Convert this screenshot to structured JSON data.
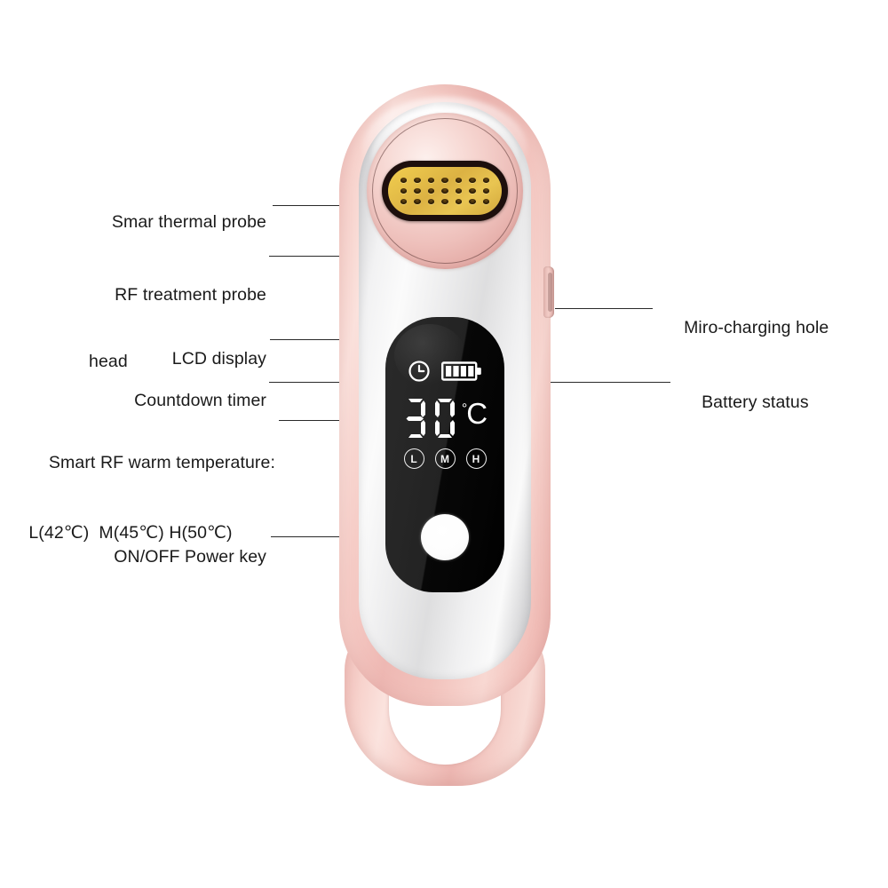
{
  "diagram": {
    "title": "RF beauty device annotated diagram",
    "background_color": "#ffffff"
  },
  "labels_left": [
    {
      "id": "smart-thermal-probe",
      "text": "Smar thermal probe",
      "line1": "Smar thermal probe",
      "line2": ""
    },
    {
      "id": "rf-treatment-probe-head",
      "line1": "RF treatment probe",
      "line2": "head"
    },
    {
      "id": "lcd-display",
      "line1": "LCD display",
      "line2": ""
    },
    {
      "id": "countdown-timer",
      "line1": "Countdown timer",
      "line2": ""
    },
    {
      "id": "smart-rf-warm-temperature",
      "line1": "Smart RF warm temperature:",
      "line2": "L(42℃)  M(45℃) H(50℃)"
    },
    {
      "id": "on-off-power-key",
      "line1": "ON/OFF Power key",
      "line2": ""
    }
  ],
  "labels_right": [
    {
      "id": "micro-charging-hole",
      "text": "Miro-charging hole"
    },
    {
      "id": "battery-status",
      "text": "Battery status"
    }
  ],
  "lcd": {
    "timer_icon": "clock-icon",
    "battery_icon": "battery-icon",
    "battery_bars": 4,
    "temperature_value": "30",
    "temperature_unit": "℃",
    "degree_symbol": "°",
    "unit_letter": "C",
    "level_buttons": [
      {
        "id": "level-low",
        "label": "L"
      },
      {
        "id": "level-medium",
        "label": "M"
      },
      {
        "id": "level-high",
        "label": "H"
      }
    ],
    "power_key": "power-button"
  },
  "device": {
    "probe_dot_rows": 3,
    "probe_dot_cols": 7,
    "colors": {
      "shell_pink": "#f2c3bd",
      "body_silver": "#ececed",
      "probe_gold": "#e8c24a",
      "lcd_black": "#0a0a0a",
      "label_text": "#1a1a1a",
      "leader_line": "#2a2a2a"
    }
  }
}
